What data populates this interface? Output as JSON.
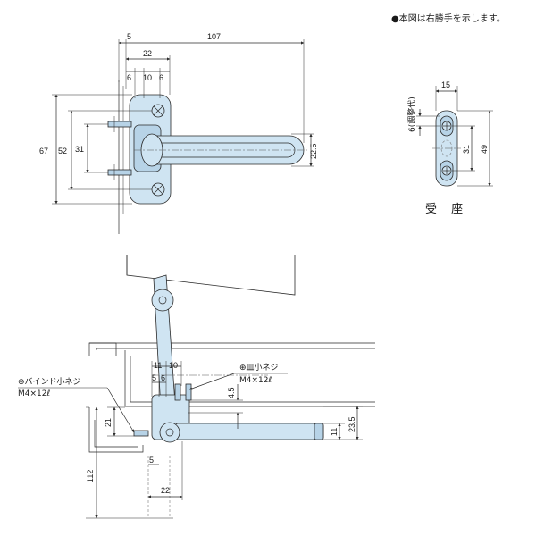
{
  "note": "●本図は右勝手を示します。",
  "top_view": {
    "dims": {
      "d107": "107",
      "d5": "5",
      "d22": "22",
      "d6a": "6",
      "d10": "10",
      "d6b": "6",
      "d67": "67",
      "d52": "52",
      "d31": "31",
      "d22_5": "22.5"
    }
  },
  "receiver": {
    "title": "受 座",
    "dims": {
      "d15": "15",
      "d6_adjust": "6(調整代)",
      "d31": "31",
      "d49": "49"
    }
  },
  "installed_view": {
    "screw_left": {
      "name": "⊕バインド小ネジ",
      "spec": "M4×12ℓ"
    },
    "screw_right": {
      "name": "⊕皿小ネジ",
      "spec": "M4×12ℓ"
    },
    "dims": {
      "d11a": "11",
      "d10": "10",
      "d5a": "5",
      "d6": "6",
      "d4_5": "4.5",
      "d21": "21",
      "d112": "112",
      "d5b": "5",
      "d22": "22",
      "d11b": "11",
      "d23_5": "23.5"
    }
  }
}
